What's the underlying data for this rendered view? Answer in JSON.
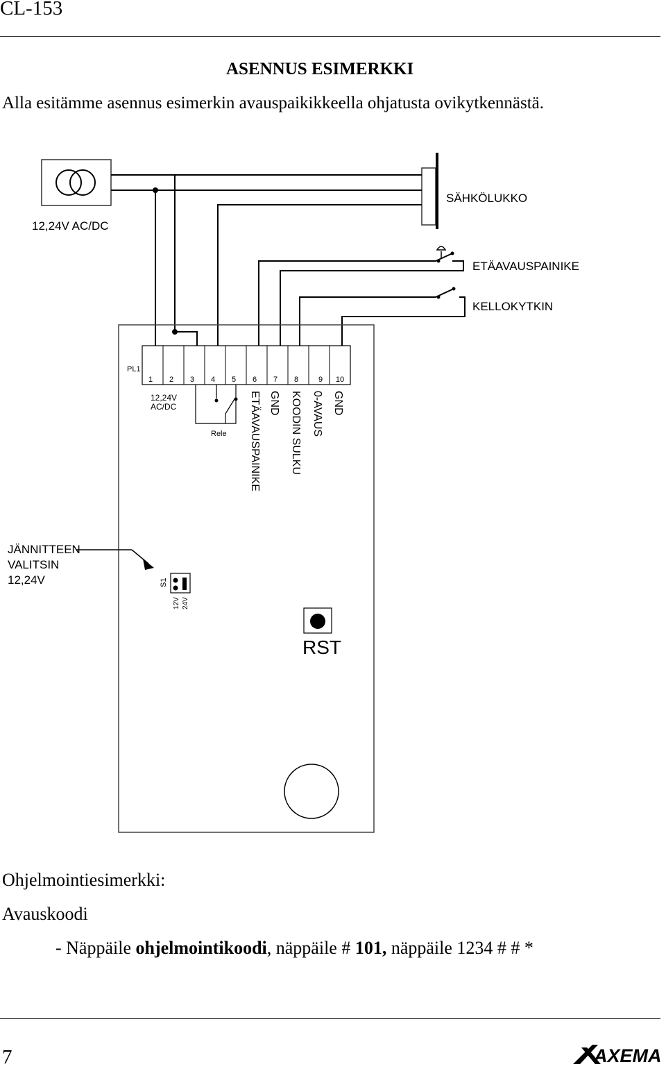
{
  "header": {
    "doc_code": "CL-153"
  },
  "section": {
    "heading": "ASENNUS ESIMERKKI",
    "intro": "Alla esitämme asennus esimerkin avauspaikikkeella ohjatusta ovikytkennästä."
  },
  "diagram": {
    "power_supply_label": "12,24V  AC/DC",
    "lock_label": "SÄHKÖLUKKO",
    "remote_button_label": "ETÄAVAUSPAINIKE",
    "bell_switch_label": "KELLOKYTKIN",
    "connector_label": "PL1",
    "terminals": [
      "1",
      "2",
      "3",
      "4",
      "5",
      "6",
      "7",
      "8",
      "9",
      "10"
    ],
    "supply_terminal_label_1": "12,24V",
    "supply_terminal_label_2": "AC/DC",
    "relay_label": "Rele",
    "terminal_functions": {
      "t6": "ETÄAVAUSPAINIKE",
      "t7": "GND",
      "t8": "KOODIN  SULKU",
      "t9": "0-AVAUS",
      "t10": "GND"
    },
    "voltage_selector_label_1": "JÄNNITTEEN",
    "voltage_selector_label_2": "VALITSIN",
    "voltage_selector_label_3": "12,24V",
    "switch_label": "S1",
    "option_12v": "12V",
    "option_24v": "24V",
    "reset_label": "RST"
  },
  "programming": {
    "title": "Ohjelmointiesimerkki:",
    "subtitle": "Avauskoodi",
    "step_prefix": "- Näppäile ",
    "step_bold": "ohjelmointikoodi",
    "step_mid": ", näppäile # ",
    "step_code": "101,",
    "step_end": "  näppäile 1234 # # *"
  },
  "footer": {
    "page_number": "7",
    "logo_text": "AXEMA"
  }
}
